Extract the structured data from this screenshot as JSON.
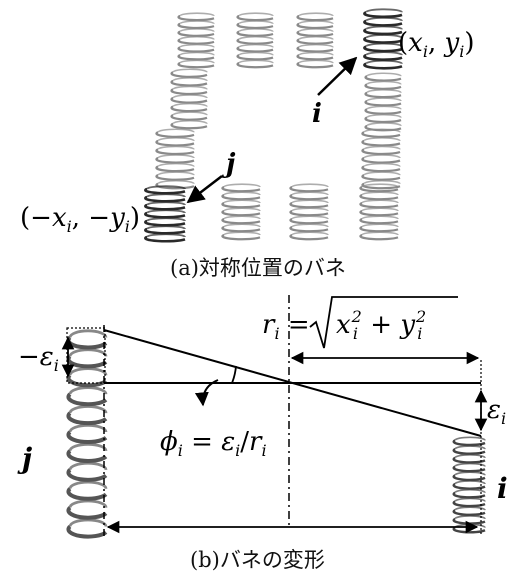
{
  "colors": {
    "line": "#000000",
    "spring_light": "#8a8a8a",
    "spring_dark": "#2a2a2a",
    "spring_fill": "#c8c8c8"
  },
  "panel_a": {
    "caption": "(a)対称位置のバネ",
    "label_i": "i",
    "label_j": "j",
    "coord_i": "(x_i, y_i)",
    "coord_j": "(−x_i, −y_i)"
  },
  "panel_b": {
    "caption": "(b)バネの変形",
    "label_i": "i",
    "label_j": "j",
    "neg_eps": "−ε_i",
    "eps": "ε_i",
    "phi_eq": "ϕ_i = ε_i/r_i",
    "r_eq": "r_i = √(x_i² + y_i²)"
  }
}
